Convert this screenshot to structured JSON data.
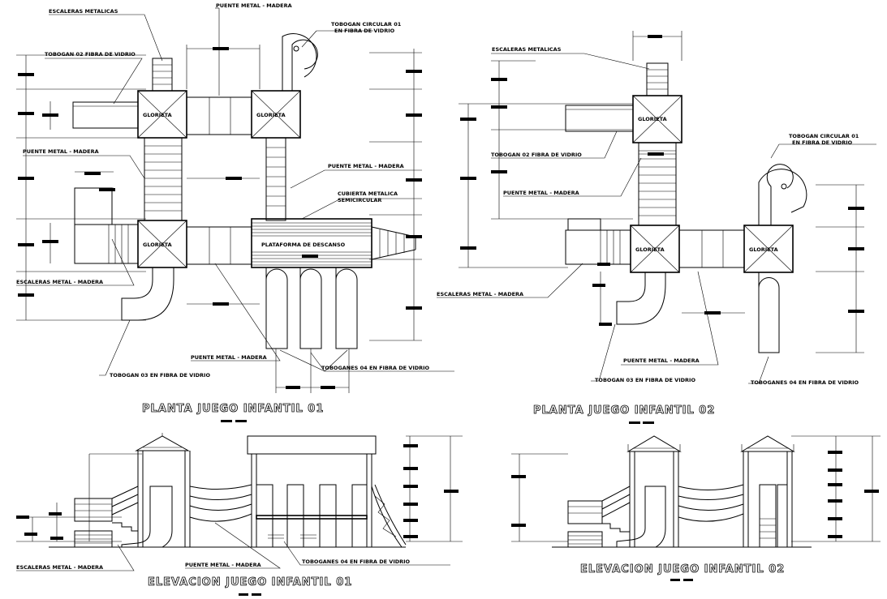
{
  "labels": {
    "escaleras_metalicas_1": "ESCALERAS METALICAS",
    "puente_top_1": "PUENTE METAL - MADERA",
    "tobogan_circular_1a": "TOBOGAN CIRCULAR 01",
    "tobogan_circular_1b": "EN FIBRA DE VIDRIO",
    "tobogan_02_1": "TOBOGAN 02 FIBRA DE VIDRIO",
    "glorieta_1a": "GLORIETA",
    "glorieta_1b": "GLORIETA",
    "glorieta_1c": "GLORIETA",
    "puente_left_1": "PUENTE METAL - MADERA",
    "puente_right_1": "PUENTE METAL - MADERA",
    "cubierta_1a": "CUBIERTA METALICA",
    "cubierta_1b": "SEMICIRCULAR",
    "plataforma_1": "PLATAFORMA DE DESCANSO",
    "escaleras_md_1": "ESCALERAS METAL - MADERA",
    "puente_bottom_1": "PUENTE METAL - MADERA",
    "tobogan_03_1": "TOBOGAN 03 EN FIBRA DE VIDRIO",
    "toboganes_04_1": "TOBOGANES 04 EN FIBRA DE VIDRIO",
    "escaleras_metalicas_2": "ESCALERAS METALICAS",
    "tobogan_02_2": "TOBOGAN 02 FIBRA DE VIDRIO",
    "glorieta_2a": "GLORIETA",
    "glorieta_2b": "GLORIETA",
    "glorieta_2c": "GLORIETA",
    "puente_left_2": "PUENTE METAL - MADERA",
    "tobogan_circular_2a": "TOBOGAN CIRCULAR 01",
    "tobogan_circular_2b": "EN FIBRA DE VIDRIO",
    "escaleras_md_2": "ESCALERAS METAL - MADERA",
    "puente_bottom_2": "PUENTE METAL - MADERA",
    "tobogan_03_2": "TOBOGAN 03 EN FIBRA DE VIDRIO",
    "toboganes_04_2": "TOBOGANES 04 EN FIBRA DE VIDRIO",
    "escaleras_md_e1": "ESCALERAS METAL - MADERA",
    "puente_e1": "PUENTE METAL - MADERA",
    "toboganes_e1": "TOBOGANES 04 EN FIBRA DE VIDRIO"
  },
  "titles": {
    "planta_1": "PLANTA JUEGO INFANTIL 01",
    "planta_2": "PLANTA JUEGO INFANTIL 02",
    "elevacion_1": "ELEVACION JUEGO INFANTIL 01",
    "elevacion_2": "ELEVACION JUEGO INFANTIL  02"
  }
}
